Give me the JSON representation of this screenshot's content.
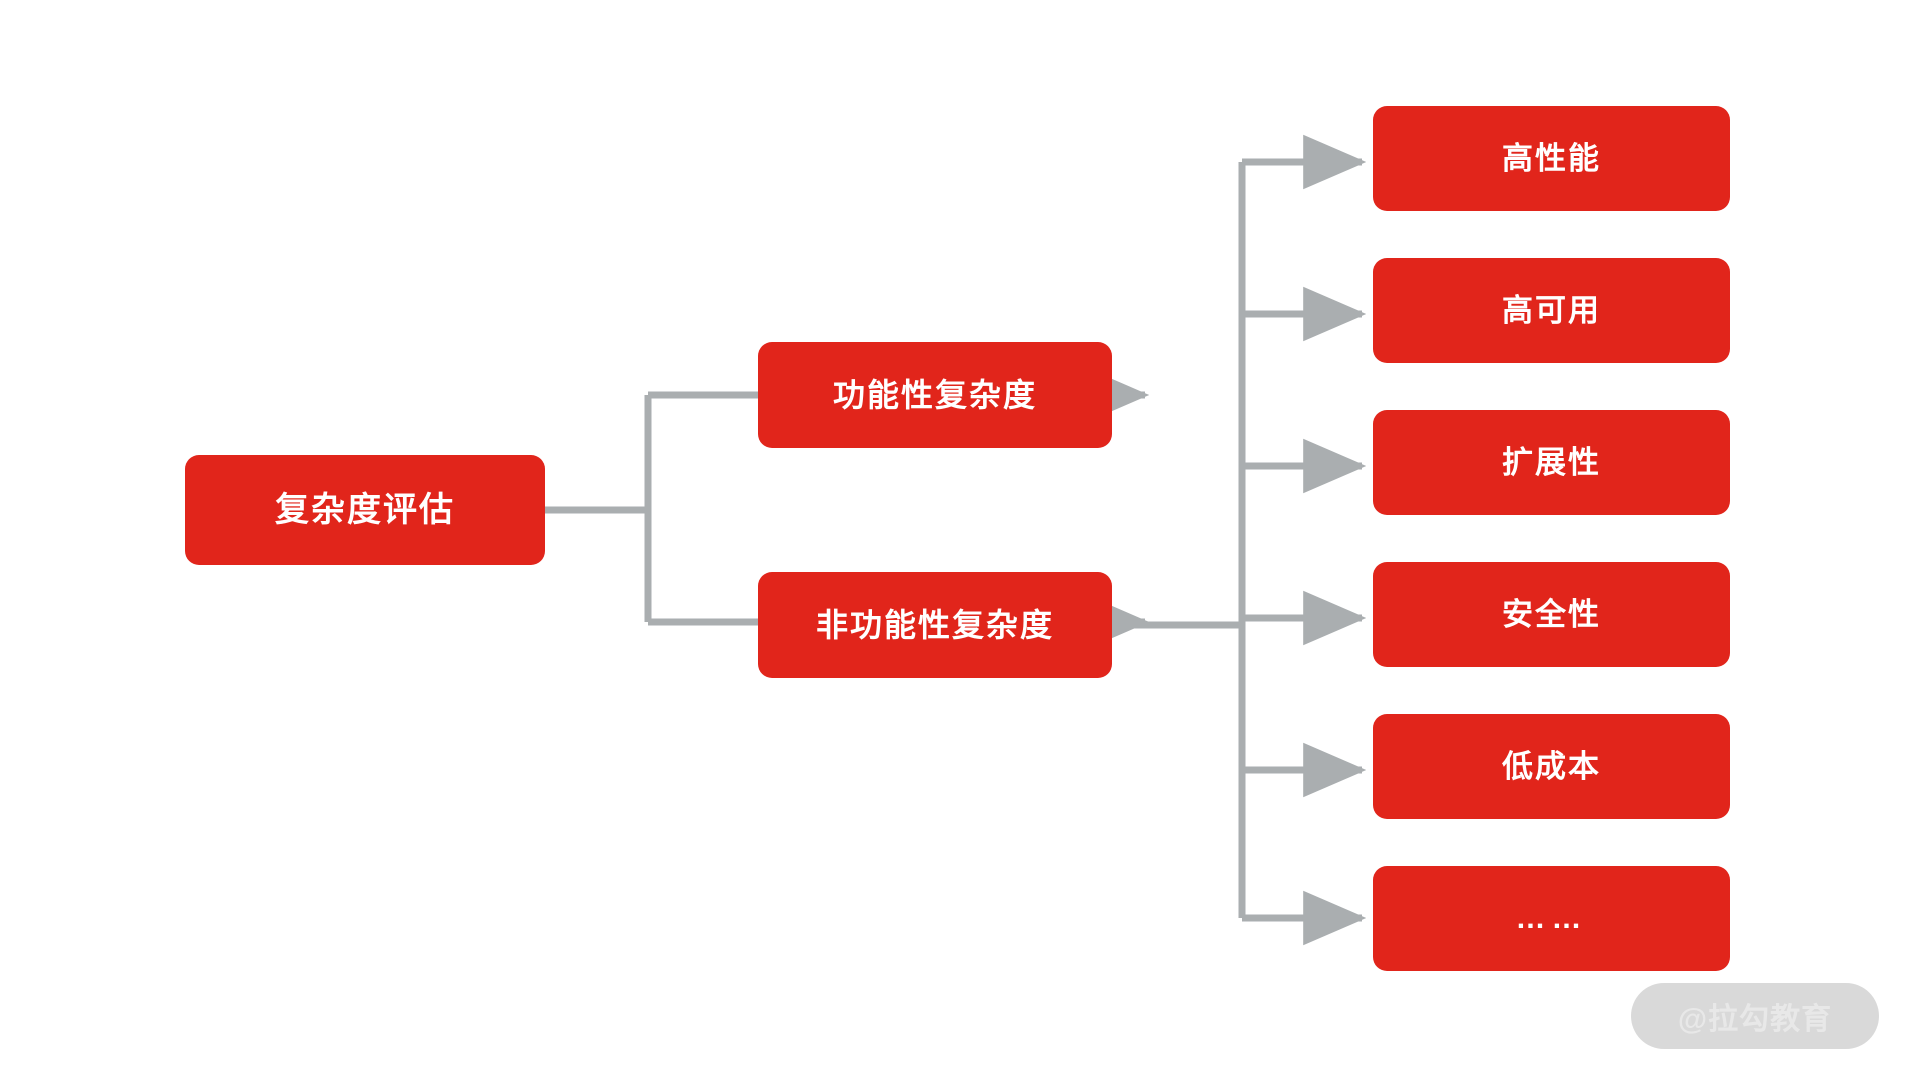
{
  "diagram": {
    "type": "tree",
    "title": "复杂度评估",
    "orientation": "left-to-right",
    "background_color": "#FFFFFF",
    "node_color": "#E1251B",
    "node_text_color": "#FFFFFF",
    "connector_color": "#AAAEB0",
    "root": {
      "label": "复杂度评估"
    },
    "level2": [
      {
        "label": "功能性复杂度"
      },
      {
        "label": "非功能性复杂度"
      }
    ],
    "level3": [
      {
        "label": "高性能"
      },
      {
        "label": "高可用"
      },
      {
        "label": "扩展性"
      },
      {
        "label": "安全性"
      },
      {
        "label": "低成本"
      },
      {
        "label": "……"
      }
    ]
  },
  "watermark": {
    "text": "@拉勾教育"
  }
}
